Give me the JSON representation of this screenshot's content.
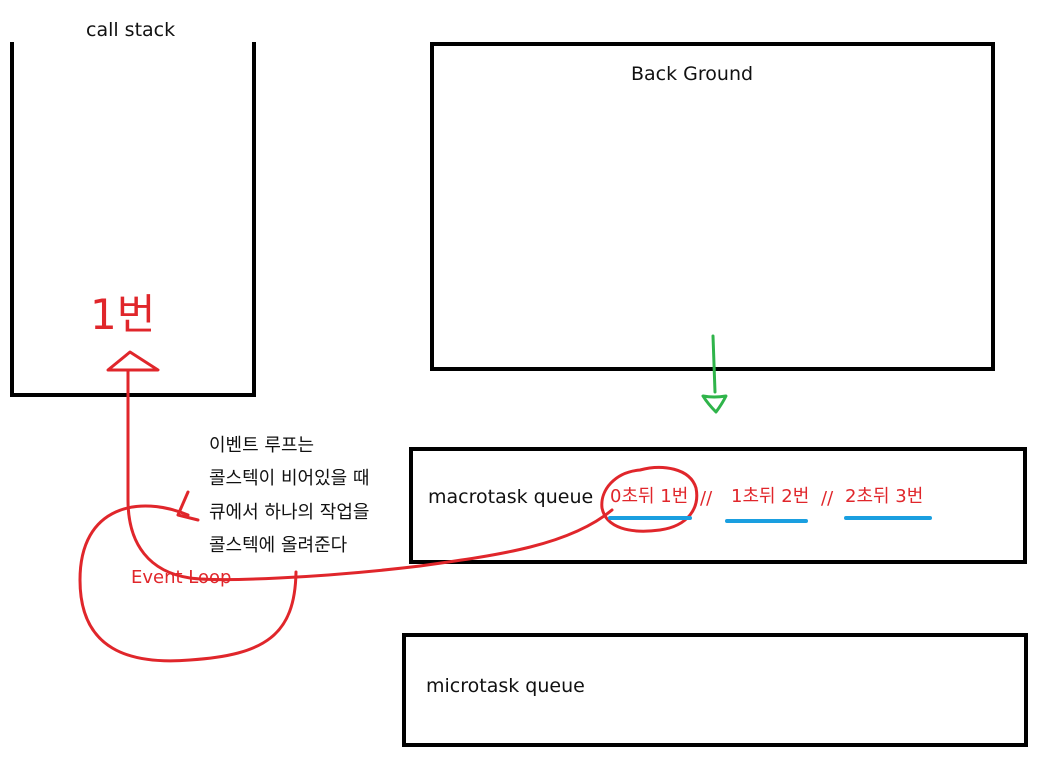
{
  "call_stack": {
    "title": "call stack",
    "current_task": "1번"
  },
  "background": {
    "title": "Back Ground"
  },
  "macrotask_queue": {
    "title": "macrotask queue",
    "items": [
      "0초뒤 1번",
      "1초뒤 2번",
      "2초뒤 3번"
    ],
    "separator": "//"
  },
  "microtask_queue": {
    "title": "microtask queue"
  },
  "event_loop": {
    "label": "Event Loop",
    "note": [
      "이벤트 루프는",
      "콜스텍이 비어있을 때",
      "큐에서 하나의 작업을",
      "콜스텍에 올려준다"
    ]
  },
  "colors": {
    "box_stroke": "#000000",
    "annotation_red": "#e0262b",
    "underline_blue": "#1a9fe0",
    "arrow_green": "#2fb44a"
  }
}
